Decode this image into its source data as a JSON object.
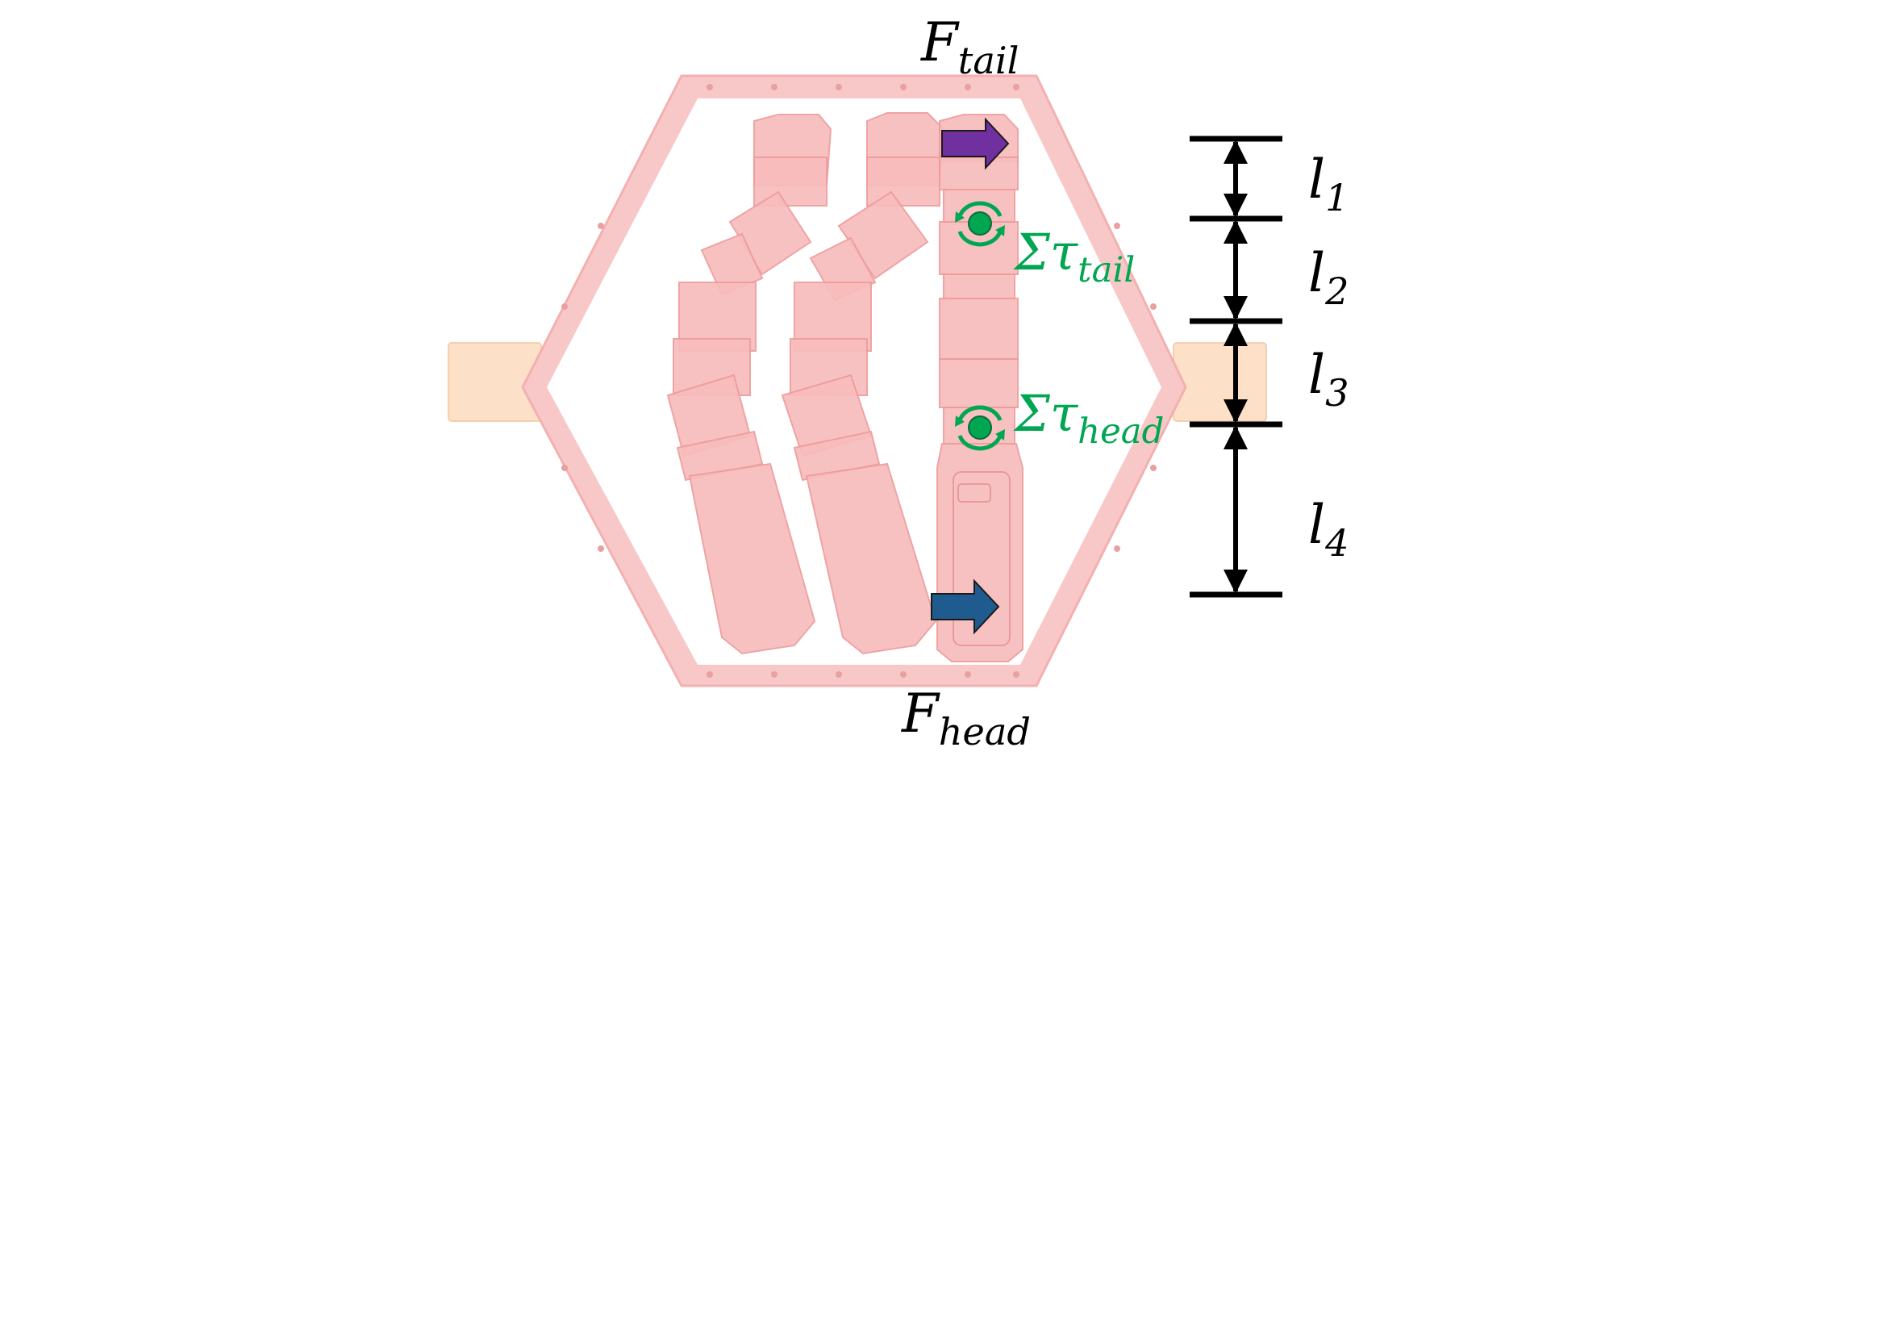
{
  "labels": {
    "f_tail": {
      "main": "F",
      "sub": "tail"
    },
    "f_head": {
      "main": "F",
      "sub": "head"
    },
    "tau_tail": {
      "main": "Στ",
      "sub": "tail"
    },
    "tau_head": {
      "main": "Στ",
      "sub": "head"
    },
    "l1": {
      "main": "l",
      "sub": "1"
    },
    "l2": {
      "main": "l",
      "sub": "2"
    },
    "l3": {
      "main": "l",
      "sub": "3"
    },
    "l4": {
      "main": "l",
      "sub": "4"
    }
  },
  "colors": {
    "frame": "#f8c8c8",
    "frame_edge": "#f4b0b0",
    "module": "#f8bcbc",
    "module_edge": "#ee9c9c",
    "side_block": "#fde0c8",
    "force_tail": "#7030a0",
    "force_head": "#1f5b8e",
    "torque": "#00a651",
    "dimension": "#000000"
  },
  "icons": {
    "force_tail": "arrow-right-icon",
    "force_head": "arrow-right-icon",
    "torque_tail": "rotation-icon",
    "torque_head": "rotation-icon"
  }
}
